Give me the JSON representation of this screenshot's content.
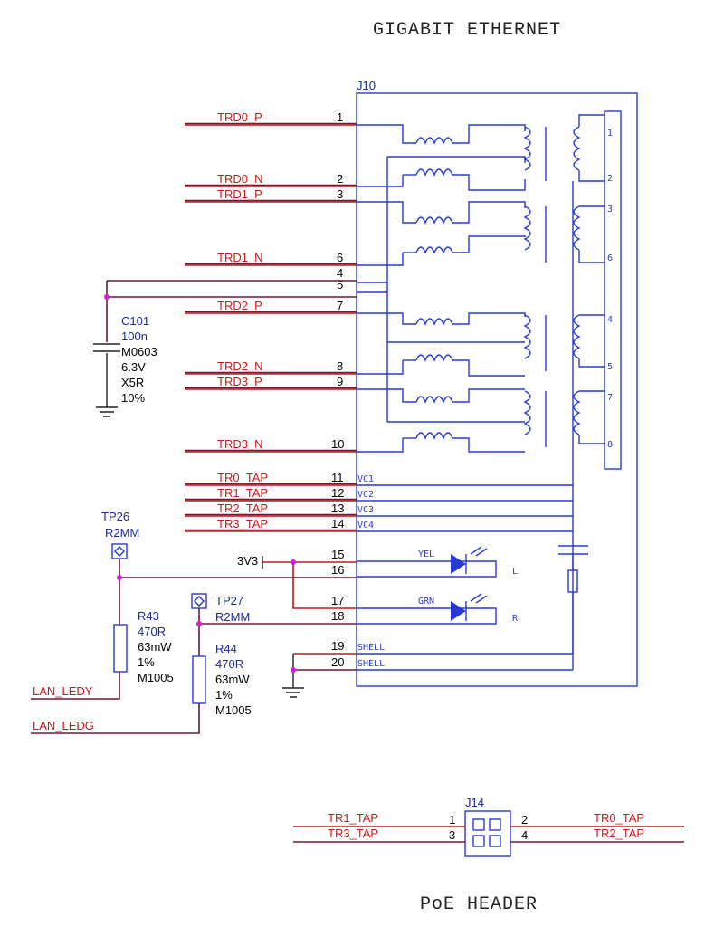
{
  "titles": {
    "main": "GIGABIT ETHERNET",
    "poe": "PoE HEADER"
  },
  "connector": {
    "ref": "J10",
    "pins": [
      {
        "pin": "1",
        "net": "TRD0_P"
      },
      {
        "pin": "2",
        "net": "TRD0_N"
      },
      {
        "pin": "3",
        "net": "TRD1_P"
      },
      {
        "pin": "6",
        "net": "TRD1_N"
      },
      {
        "pin": "4",
        "net": ""
      },
      {
        "pin": "5",
        "net": ""
      },
      {
        "pin": "7",
        "net": "TRD2_P"
      },
      {
        "pin": "8",
        "net": "TRD2_N"
      },
      {
        "pin": "9",
        "net": "TRD3_P"
      },
      {
        "pin": "10",
        "net": "TRD3_N"
      },
      {
        "pin": "11",
        "net": "TR0_TAP",
        "inner": "VC1"
      },
      {
        "pin": "12",
        "net": "TR1_TAP",
        "inner": "VC2"
      },
      {
        "pin": "13",
        "net": "TR2_TAP",
        "inner": "VC3"
      },
      {
        "pin": "14",
        "net": "TR3_TAP",
        "inner": "VC4"
      },
      {
        "pin": "15",
        "net": ""
      },
      {
        "pin": "16",
        "net": ""
      },
      {
        "pin": "17",
        "net": ""
      },
      {
        "pin": "18",
        "net": ""
      },
      {
        "pin": "19",
        "net": "",
        "inner": "SHELL"
      },
      {
        "pin": "20",
        "net": "",
        "inner": "SHELL"
      }
    ],
    "rj45_pins": [
      "1",
      "2",
      "3",
      "6",
      "4",
      "5",
      "7",
      "8"
    ],
    "leds": [
      {
        "color": "YEL",
        "side": "L"
      },
      {
        "color": "GRN",
        "side": "R"
      }
    ],
    "supply_net": "3V3"
  },
  "capacitor": {
    "ref": "C101",
    "lines": [
      "100n",
      "M0603",
      "6.3V",
      "X5R",
      "10%"
    ]
  },
  "resistors": [
    {
      "ref": "R43",
      "lines": [
        "470R",
        "63mW",
        "1%",
        "M1005"
      ]
    },
    {
      "ref": "R44",
      "lines": [
        "470R",
        "63mW",
        "1%",
        "M1005"
      ]
    }
  ],
  "testpoints": [
    {
      "ref": "TP26",
      "value": "R2MM"
    },
    {
      "ref": "TP27",
      "value": "R2MM"
    }
  ],
  "led_nets": [
    "LAN_LEDY",
    "LAN_LEDG"
  ],
  "poe_header": {
    "ref": "J14",
    "left": [
      {
        "net": "TR1_TAP",
        "pin": "1"
      },
      {
        "net": "TR3_TAP",
        "pin": "3"
      }
    ],
    "right": [
      {
        "net": "TR0_TAP",
        "pin": "2"
      },
      {
        "net": "TR2_TAP",
        "pin": "4"
      }
    ]
  }
}
